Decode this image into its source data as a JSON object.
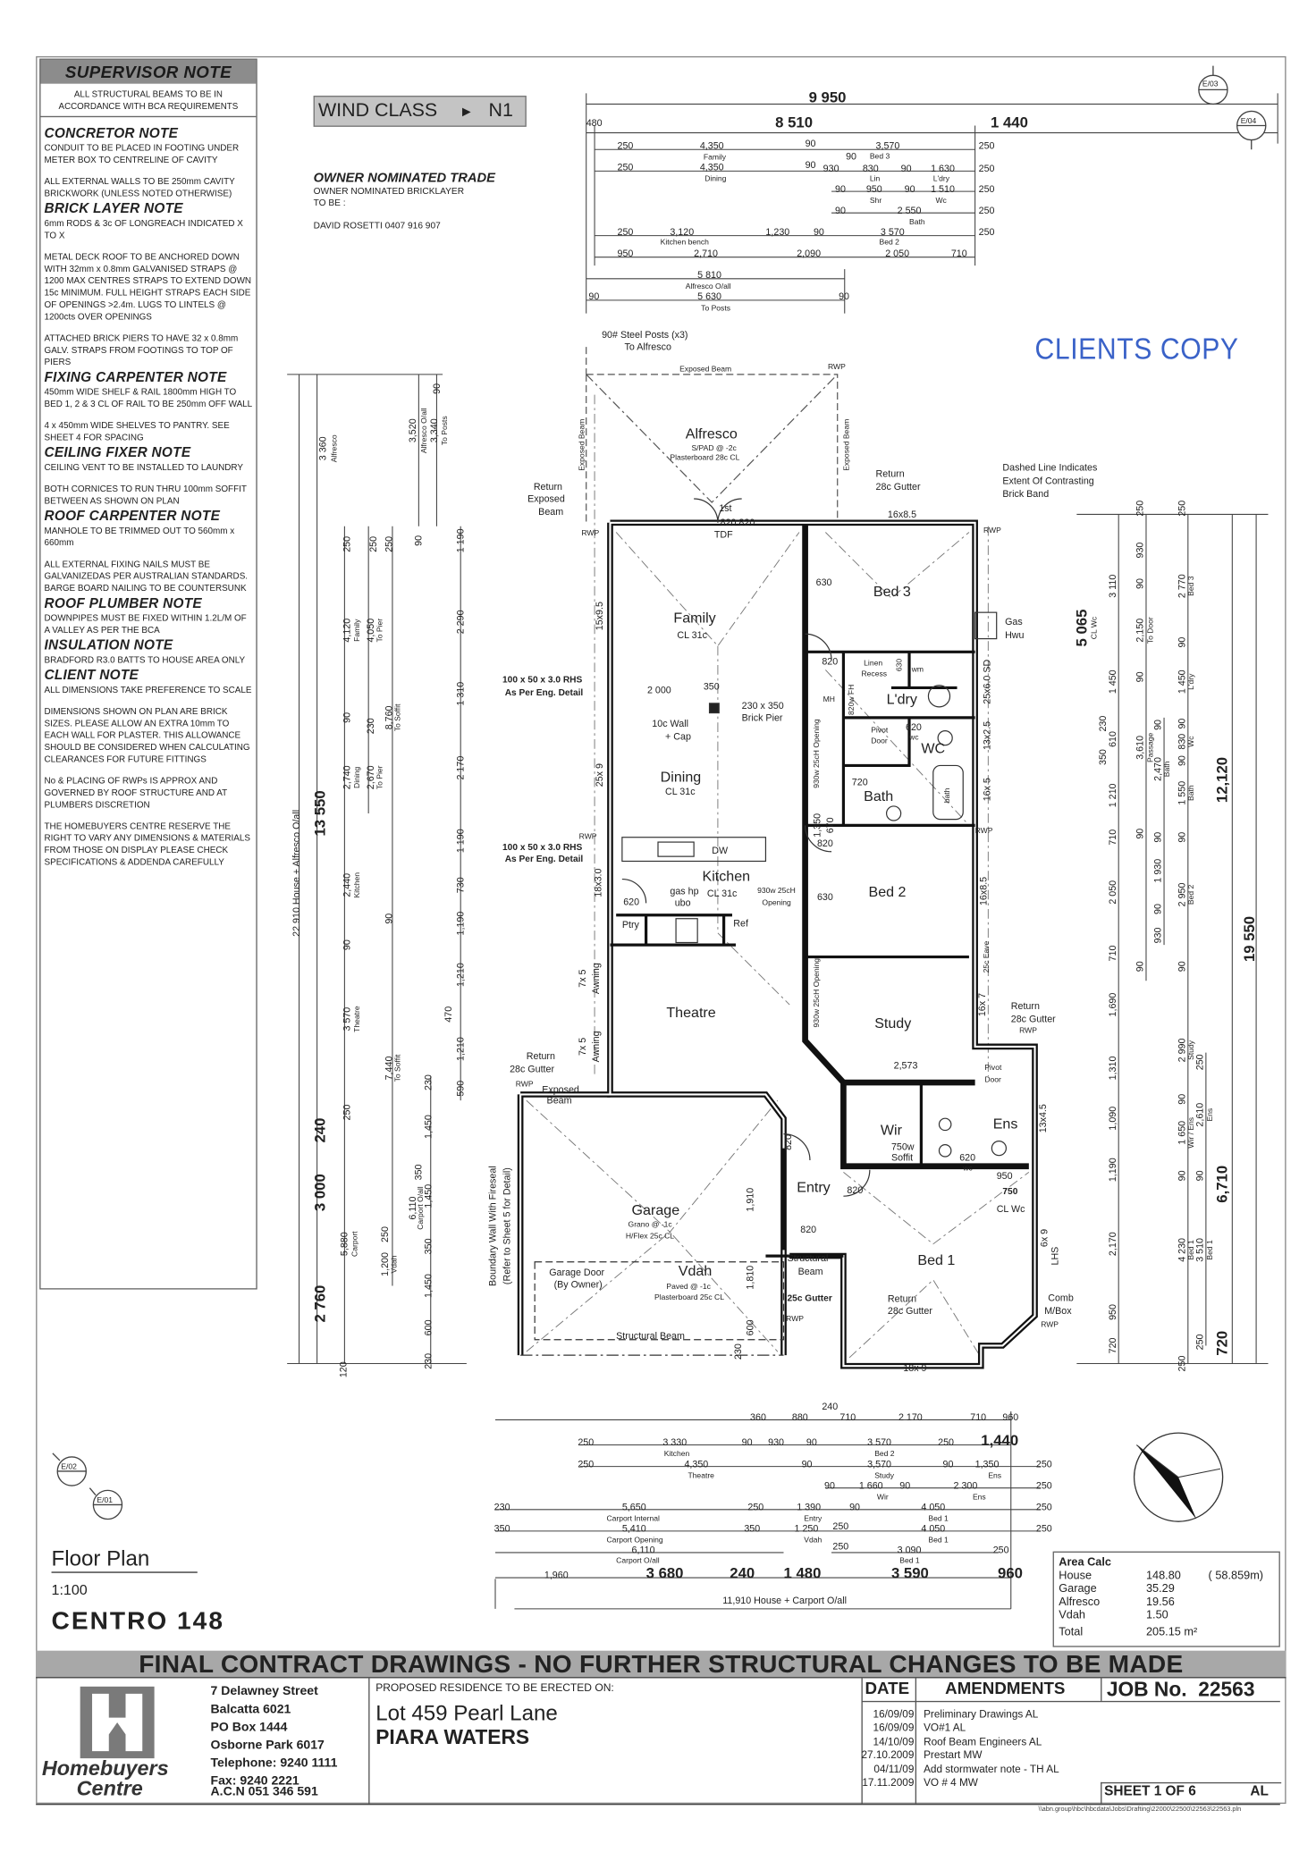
{
  "notes": {
    "supervisor_title": "SUPERVISOR NOTE",
    "supervisor_text": [
      "ALL STRUCTURAL BEAMS TO BE IN",
      "ACCORDANCE WITH BCA REQUIREMENTS"
    ],
    "sections": [
      {
        "heading": "CONCRETOR NOTE",
        "paragraphs": [
          "CONDUIT TO BE PLACED IN FOOTING UNDER METER BOX TO CENTRELINE OF CAVITY",
          "ALL EXTERNAL WALLS TO BE 250mm CAVITY BRICKWORK (UNLESS NOTED OTHERWISE)"
        ]
      },
      {
        "heading": "BRICK LAYER NOTE",
        "paragraphs": [
          "6mm RODS & 3c OF LONGREACH INDICATED X TO X",
          "METAL DECK ROOF TO BE ANCHORED DOWN WITH 32mm x 0.8mm GALVANISED STRAPS @ 1200 MAX CENTRES STRAPS TO EXTEND DOWN 15c MINIMUM. FULL HEIGHT STRAPS EACH SIDE OF OPENINGS >2.4m. LUGS TO LINTELS @ 1200cts OVER OPENINGS",
          "ATTACHED BRICK PIERS TO HAVE 32 x 0.8mm GALV. STRAPS FROM FOOTINGS TO TOP OF PIERS"
        ]
      },
      {
        "heading": "FIXING CARPENTER NOTE",
        "paragraphs": [
          "450mm WIDE SHELF & RAIL 1800mm HIGH TO BED 1, 2 & 3 CL OF RAIL TO BE 250mm OFF WALL",
          "4 x 450mm WIDE SHELVES TO PANTRY. SEE SHEET 4 FOR SPACING"
        ]
      },
      {
        "heading": "CEILING FIXER NOTE",
        "paragraphs": [
          "CEILING VENT TO BE INSTALLED TO LAUNDRY",
          "BOTH CORNICES TO RUN THRU 100mm SOFFIT BETWEEN AS SHOWN ON PLAN"
        ]
      },
      {
        "heading": "ROOF CARPENTER NOTE",
        "paragraphs": [
          "MANHOLE TO BE TRIMMED OUT TO 560mm x 660mm",
          "ALL EXTERNAL FIXING NAILS MUST BE GALVANIZEDAS PER AUSTRALIAN STANDARDS. BARGE BOARD NAILING TO BE COUNTERSUNK"
        ]
      },
      {
        "heading": "ROOF PLUMBER NOTE",
        "paragraphs": [
          "DOWNPIPES MUST BE FIXED WITHIN 1.2L/M OF A VALLEY AS PER THE BCA"
        ]
      },
      {
        "heading": "INSULATION NOTE",
        "paragraphs": [
          "BRADFORD R3.0 BATTS TO HOUSE AREA ONLY"
        ]
      },
      {
        "heading": "CLIENT NOTE",
        "paragraphs": [
          "ALL DIMENSIONS TAKE PREFERENCE TO SCALE",
          "DIMENSIONS SHOWN ON PLAN ARE BRICK SIZES. PLEASE ALLOW AN EXTRA 10mm TO EACH WALL FOR PLASTER. THIS ALLOWANCE SHOULD BE CONSIDERED WHEN CALCULATING CLEARANCES FOR FUTURE FITTINGS",
          "No & PLACING OF RWPs IS APPROX AND GOVERNED BY ROOF STRUCTURE AND AT PLUMBERS DISCRETION",
          "THE HOMEBUYERS CENTRE RESERVE THE RIGHT TO VARY ANY DIMENSIONS & MATERIALS FROM THOSE ON DISPLAY PLEASE CHECK SPECIFICATIONS & ADDENDA CAREFULLY"
        ]
      }
    ]
  },
  "wind_class": {
    "label": "WIND CLASS",
    "arrow": "►",
    "value": "N1"
  },
  "owner_trade": {
    "heading": "OWNER NOMINATED TRADE",
    "lines": [
      "OWNER NOMINATED BRICKLAYER",
      "TO BE :",
      "DAVID ROSETTI 0407 916 907"
    ]
  },
  "stamp": "CLIENTS COPY",
  "section_markers": [
    "E/03",
    "E/04",
    "E/02",
    "E/01"
  ],
  "dimensions": {
    "top": [
      "9 950",
      "480",
      "8 510",
      "1 440",
      "250",
      "4,350",
      "90",
      "3,570",
      "250",
      "Family",
      "90",
      "Bed 3",
      "250",
      "4,350",
      "90",
      "930",
      "830",
      "90",
      "1 630",
      "250",
      "Dining",
      "Lin",
      "L'dry",
      "90",
      "950",
      "90",
      "1 510",
      "250",
      "Shr",
      "Wc",
      "90",
      "2 550",
      "250",
      "Bath",
      "250",
      "3,120",
      "1,230",
      "90",
      "3 570",
      "250",
      "Kitchen bench",
      "Bed 2",
      "950",
      "2,710",
      "2,090",
      "2 050",
      "710",
      "5 810",
      "Alfresco O/all",
      "90",
      "5 630",
      "90",
      "To Posts"
    ],
    "bottom": [
      "360",
      "880",
      "240",
      "710",
      "2 170",
      "710",
      "960",
      "250",
      "3 330",
      "90",
      "930",
      "90",
      "3 570",
      "250",
      "1,440",
      "Kitchen",
      "Bed 2",
      "250",
      "4,350",
      "90",
      "3,570",
      "90",
      "1,350",
      "250",
      "Theatre",
      "Study",
      "Ens",
      "90",
      "1 660",
      "90",
      "2 300",
      "250",
      "Wir",
      "Ens",
      "230",
      "5,650",
      "250",
      "1 390",
      "90",
      "4 050",
      "250",
      "Carport Internal",
      "Entry",
      "Bed 1",
      "350",
      "5,410",
      "350",
      "1 250",
      "250",
      "4 050",
      "250",
      "Carport Opening",
      "Vdah",
      "Bed 1",
      "6,110",
      "250",
      "3 090",
      "250",
      "Carport O/all",
      "Bed 1",
      "1,960",
      "3 680",
      "240",
      "1 480",
      "3 590",
      "960",
      "11,910 House + Carport O/all"
    ],
    "right": [
      "3 110",
      "5 065",
      "CL Wc",
      "1 450",
      "230",
      "610",
      "350",
      "1 210",
      "710",
      "2 050",
      "710",
      "1,690",
      "1,310",
      "1,090",
      "1,190",
      "2,170",
      "950",
      "720",
      "250",
      "930",
      "90",
      "2,150",
      "To Door",
      "90",
      "3,610",
      "Passage",
      "90",
      "90",
      "90",
      "2,470",
      "Bath",
      "90",
      "1 930",
      "90",
      "930",
      "250",
      "2 770",
      "Bed 3",
      "90",
      "1 450",
      "L'dry",
      "90",
      "830",
      "Wc",
      "90",
      "1 550",
      "Bath",
      "90",
      "2 950",
      "Bed 2",
      "90",
      "2 990",
      "Study",
      "90",
      "1 650",
      "Wir / Ens",
      "90",
      "4 230",
      "Bed 1",
      "250",
      "250",
      "2,610",
      "Ens",
      "90",
      "3 510",
      "Bed 1",
      "250",
      "12,120",
      "6,710",
      "720",
      "19 550"
    ],
    "left": [
      "22 910 House + Alfresco O/all",
      "13 550",
      "240",
      "3 000",
      "2 760",
      "3 360",
      "Alfresco",
      "120",
      "250",
      "4,120",
      "Family",
      "90",
      "2,740",
      "Dining",
      "2,440",
      "Kitchen",
      "90",
      "3 570",
      "Theatre",
      "250",
      "5,880",
      "Carport",
      "250",
      "4,050",
      "To Pier",
      "230",
      "2,670",
      "To Pier",
      "250",
      "8,760",
      "To Soffit",
      "90",
      "7,440",
      "To Soffit",
      "250",
      "1,200",
      "Vdah",
      "3,520",
      "Alfresco O/all",
      "3,340",
      "To Posts",
      "90",
      "90",
      "6,110",
      "Carport O/all",
      "230",
      "1,450",
      "350",
      "1,450",
      "350",
      "1,450",
      "600",
      "230",
      "1 190",
      "2 290",
      "1 310",
      "2 170",
      "1 190",
      "730",
      "1,190",
      "1,210",
      "470",
      "1,210",
      "590"
    ]
  },
  "plan": {
    "labels": [
      "90# Steel Posts (x3)",
      "To Alfresco",
      "Exposed Beam",
      "RWP",
      "Alfresco",
      "S/PAD @ -2c",
      "Plasterboard  28c CL",
      "Exposed Beam",
      "Exposed Beam",
      "Return",
      "Exposed",
      "Beam",
      "Return",
      "28c Gutter",
      "Dashed Line Indicates",
      "Extent Of Contrasting",
      "Brick Band",
      "1st",
      "820  820",
      "TDF",
      "16x8.5",
      "RWP",
      "RWP",
      "15x9.5",
      "Family",
      "CL  31c",
      "Bed 3",
      "630",
      "Gas",
      "Hwu",
      "820",
      "Linen",
      "Recess",
      "wm",
      "630",
      "MH",
      "820w FH",
      "L'dry",
      "25x6.0 SD",
      "100 x 50 x 3.0 RHS",
      "As Per Eng. Detail",
      "2 000",
      "350",
      "230 x 350",
      "Brick Pier",
      "10c Wall",
      "+ Cap",
      "620",
      "wc",
      "WC",
      "Pivot",
      "Door",
      "13x2.5",
      "930w 25cH Opening",
      "25x 9",
      "Dining",
      "CL  31c",
      "1,350",
      "670",
      "720",
      "Bath",
      "bath",
      "16x 5",
      "RWP",
      "820",
      "100 x 50 x 3.0 RHS",
      "As Per Eng. Detail",
      "RWP",
      "DW",
      "18x3.0",
      "Kitchen",
      "CL  31c",
      "gas hp",
      "ubo",
      "620",
      "930w 25cH",
      "Opening",
      "630",
      "Bed 2",
      "16x8.5",
      "Ptry",
      "Ref",
      "7x 5",
      "Awning",
      "25c Eave",
      "Theatre",
      "930w 25cH Opening",
      "Study",
      "16x 7",
      "Return",
      "28c Gutter",
      "RWP",
      "7x 5",
      "Awning",
      "Return",
      "28c Gutter",
      "RWP",
      "Exposed",
      "Beam",
      "2,573",
      "Pivot",
      "Door",
      "Wir",
      "750w",
      "Soffit",
      "Ens",
      "13x4.5",
      "620",
      "wc",
      "950",
      "750",
      "CL Wc",
      "820",
      "Entry",
      "820",
      "820",
      "Garage",
      "Grano @ -1c",
      "H/Flex  25c CL",
      "1,910",
      "Boundary Wall With Fireseal",
      "(Refer to Sheet 5 for Detail)",
      "Garage Door",
      "(By Owner)",
      "Vdah",
      "Paved @ -1c",
      "Plasterboard  25c CL",
      "1,810",
      "Structural",
      "Beam",
      "25c Gutter",
      "RWP",
      "Bed 1",
      "Return",
      "28c Gutter",
      "6x 9",
      "LHS",
      "Comb",
      "M/Box",
      "RWP",
      "Structural Beam",
      "600",
      "230",
      "18x 9"
    ]
  },
  "drawing": {
    "title": "Floor Plan",
    "scale": "1:100",
    "model": "CENTRO 148"
  },
  "area_calc": {
    "title": "Area Calc",
    "rows": [
      {
        "label": "House",
        "value": "148.80",
        "extra": "( 58.859m)"
      },
      {
        "label": "Garage",
        "value": "35.29"
      },
      {
        "label": "Alfresco",
        "value": "19.56"
      },
      {
        "label": "Vdah",
        "value": "1.50"
      }
    ],
    "total_label": "Total",
    "total_value": "205.15 m²"
  },
  "banner": "FINAL CONTRACT DRAWINGS - NO FURTHER STRUCTURAL CHANGES TO BE MADE",
  "company": {
    "name_line1": "Homebuyers",
    "name_line2": "Centre",
    "address": [
      "7 Delawney Street",
      "Balcatta 6021",
      "PO Box 1444",
      "Osborne Park 6017",
      "Telephone: 9240 1111",
      "Fax: 9240 2221"
    ],
    "acn": "A.C.N 051 346 591"
  },
  "project": {
    "caption": "PROPOSED RESIDENCE TO BE ERECTED ON:",
    "lot": "Lot 459 Pearl Lane",
    "suburb": "PIARA WATERS"
  },
  "amendments": {
    "date_header": "DATE",
    "header": "AMENDMENTS",
    "rows": [
      {
        "date": "16/09/09",
        "text": "Preliminary Drawings AL"
      },
      {
        "date": "16/09/09",
        "text": "VO#1  AL"
      },
      {
        "date": "14/10/09",
        "text": "Roof Beam Engineers  AL"
      },
      {
        "date": "27.10.2009",
        "text": "Prestart  MW"
      },
      {
        "date": "04/11/09",
        "text": "Add stormwater note - TH  AL"
      },
      {
        "date": "17.11.2009",
        "text": "VO # 4  MW"
      }
    ]
  },
  "job": {
    "label": "JOB No.",
    "number": "22563",
    "sheet": "SHEET 1 OF   6",
    "drafter": "AL"
  },
  "file_path": "\\\\abn.group\\hbc\\hbcdata\\Jobs\\Drafting\\22000\\22500\\22563\\22563.pln"
}
